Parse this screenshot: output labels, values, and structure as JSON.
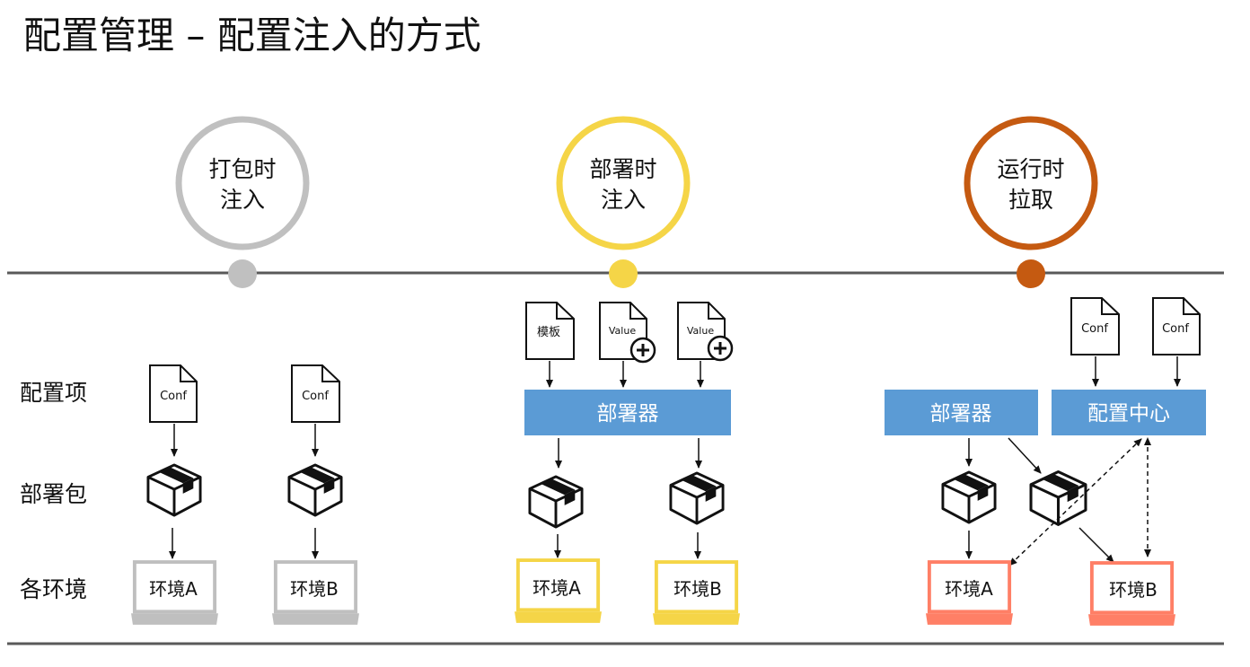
{
  "title": "配置管理 – 配置注入的方式",
  "row_labels": {
    "config_item": "配置项",
    "deploy_package": "部署包",
    "environments": "各环境"
  },
  "stages": [
    {
      "line1": "打包时",
      "line2": "注入",
      "color": "#c0c0c0"
    },
    {
      "line1": "部署时",
      "line2": "注入",
      "color": "#f5d547"
    },
    {
      "line1": "运行时",
      "line2": "拉取",
      "color": "#c55a11"
    }
  ],
  "files": {
    "conf": "Conf",
    "template": "模板",
    "value": "Value"
  },
  "boxes": {
    "deployer": "部署器",
    "config_center": "配置中心"
  },
  "box_color": "#5b9bd5",
  "environments": {
    "env_a": "环境A",
    "env_b": "环境B"
  },
  "env_colors": {
    "packaging": "#bfbfbf",
    "deployment": "#f5d547",
    "runtime": "#ff7f66"
  }
}
